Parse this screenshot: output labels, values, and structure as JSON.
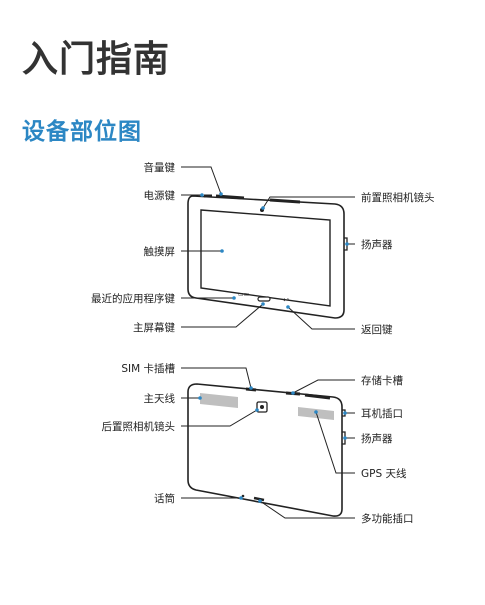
{
  "page": {
    "title": "入门指南",
    "section_title": "设备部位图"
  },
  "front_labels": {
    "volume": "音量键",
    "power": "电源键",
    "touchscreen": "触摸屏",
    "recent_apps": "最近的应用程序键",
    "home": "主屏幕键",
    "front_camera": "前置照相机镜头",
    "speaker": "扬声器",
    "back": "返回键"
  },
  "rear_labels": {
    "sim_slot": "SIM 卡插槽",
    "main_antenna": "主天线",
    "rear_camera": "后置照相机镜头",
    "mic": "话筒",
    "memory_slot": "存储卡槽",
    "headset_jack": "耳机插口",
    "speaker": "扬声器",
    "gps_antenna": "GPS 天线",
    "multipurpose_jack": "多功能插口"
  }
}
